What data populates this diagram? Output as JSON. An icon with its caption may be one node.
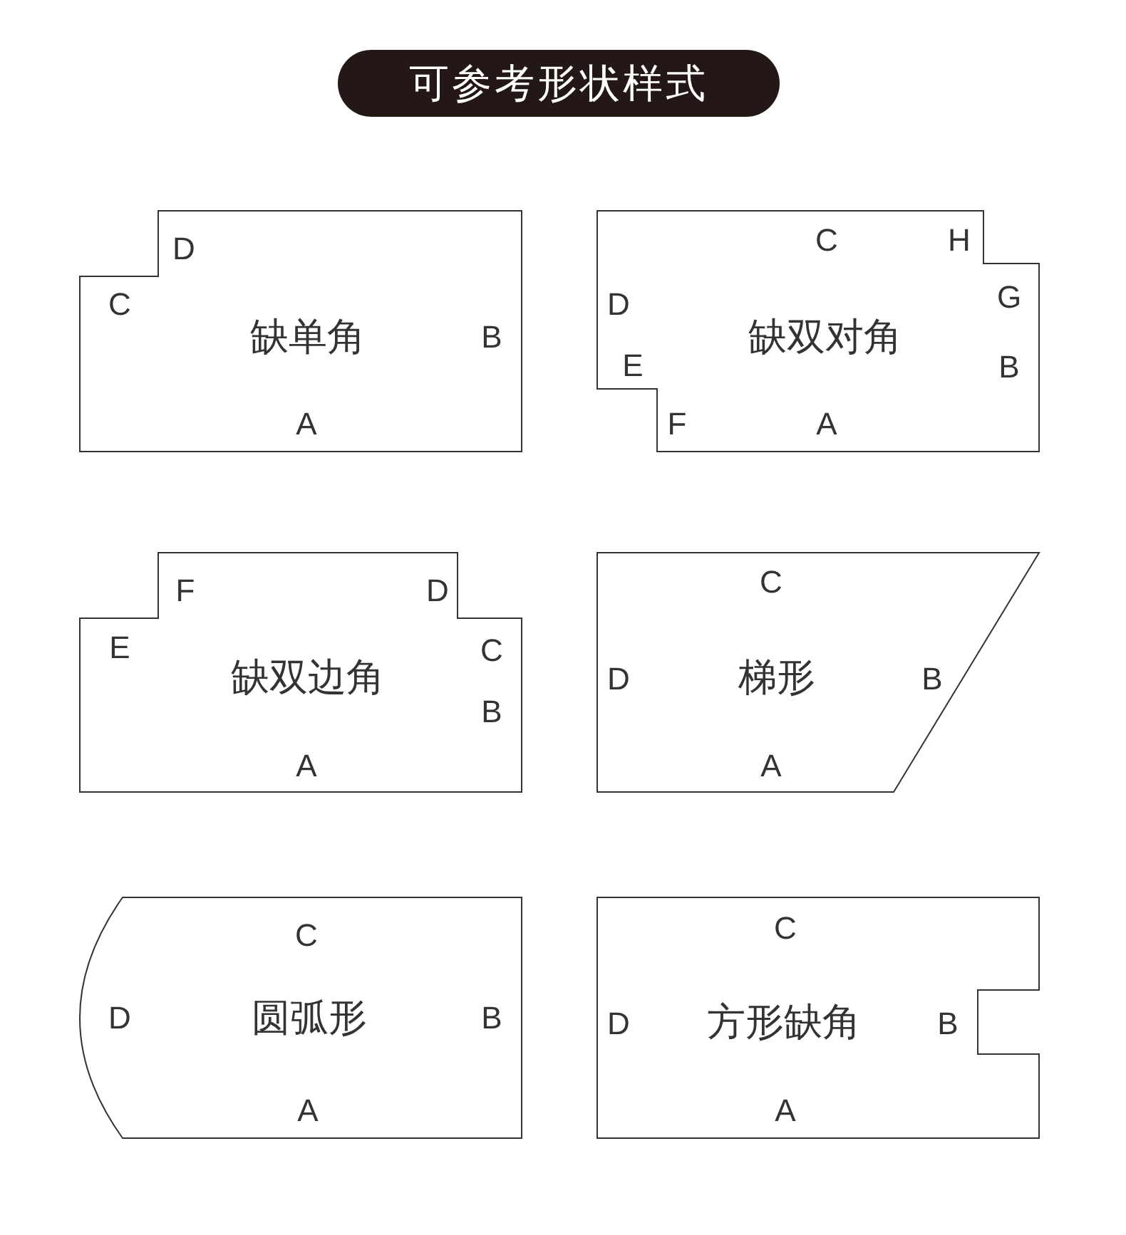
{
  "diagram": {
    "title": "可参考形状样式",
    "nodes": [
      {
        "text": [
          "D",
          "C",
          "缺单角",
          "B",
          "A"
        ]
      },
      {
        "text": [
          "C",
          "H",
          "D",
          "G",
          "缺双对角",
          "E",
          "B",
          "F",
          "A"
        ]
      },
      {
        "text": [
          "F",
          "D",
          "E",
          "C",
          "缺双边角",
          "B",
          "A"
        ]
      },
      {
        "text": [
          "C",
          "D",
          "梯形",
          "B",
          "A"
        ]
      },
      {
        "text": [
          "C",
          "D",
          "圆弧形",
          "B",
          "A"
        ]
      },
      {
        "text": [
          "C",
          "D",
          "方形缺角",
          "B",
          "A"
        ]
      }
    ]
  }
}
